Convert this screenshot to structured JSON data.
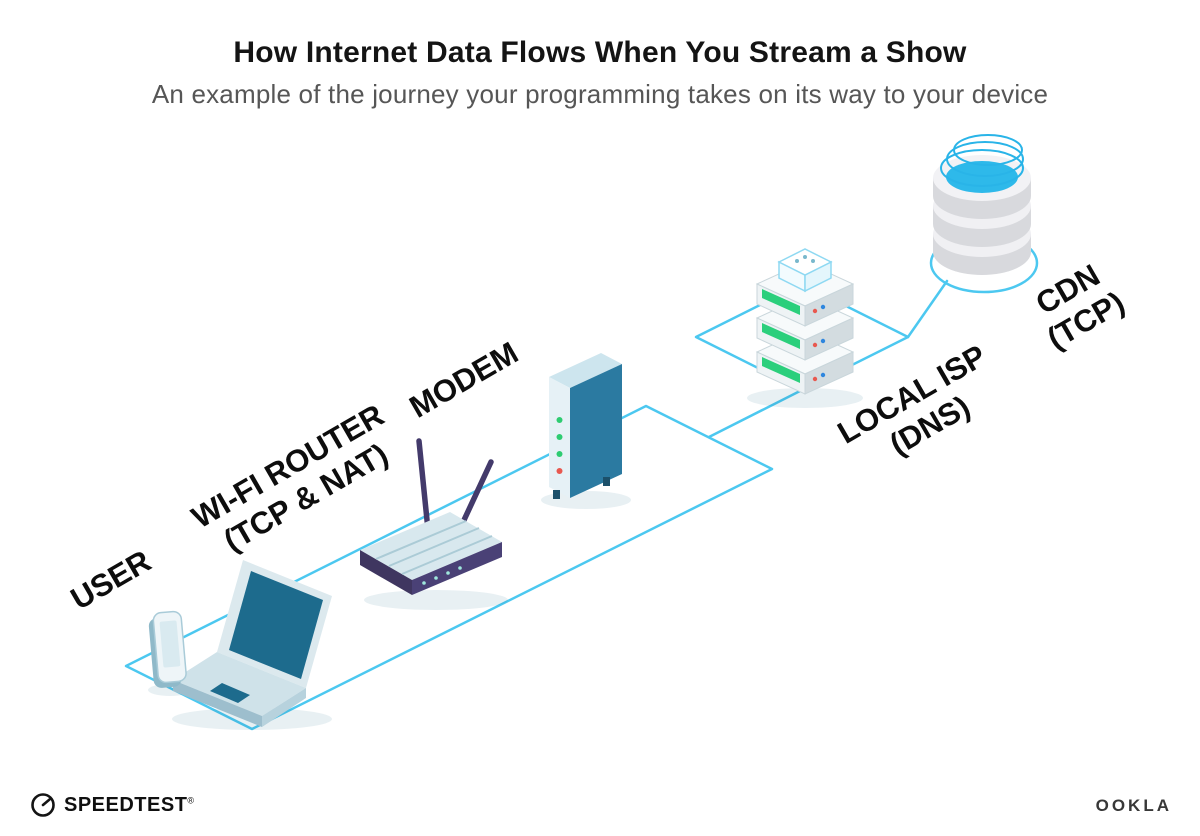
{
  "header": {
    "title": "How Internet Data Flows When You Stream a Show",
    "subtitle": "An example of the journey your programming takes on its way to your device"
  },
  "nodes": {
    "user": {
      "label": "USER"
    },
    "router": {
      "label": "WI-FI ROUTER",
      "sublabel": "(TCP & NAT)"
    },
    "modem": {
      "label": "MODEM"
    },
    "isp": {
      "label": "LOCAL ISP",
      "sublabel": "(DNS)"
    },
    "cdn": {
      "label": "CDN",
      "sublabel": "(TCP)"
    }
  },
  "flow_order": [
    "USER",
    "WI-FI ROUTER (TCP & NAT)",
    "MODEM",
    "LOCAL ISP (DNS)",
    "CDN (TCP)"
  ],
  "footer": {
    "speedtest_label": "SPEEDTEST",
    "speedtest_mark": "®",
    "ookla_label": "OOKLA"
  },
  "colors": {
    "connector_cyan": "#4cc8f0",
    "device_teal": "#1d6b8d",
    "antenna_purple": "#433a6b",
    "led_green": "#2ecc71",
    "led_red": "#e8584f",
    "dot_blue": "#2e86de",
    "title_black": "#141414",
    "subtitle_gray": "#565656"
  }
}
